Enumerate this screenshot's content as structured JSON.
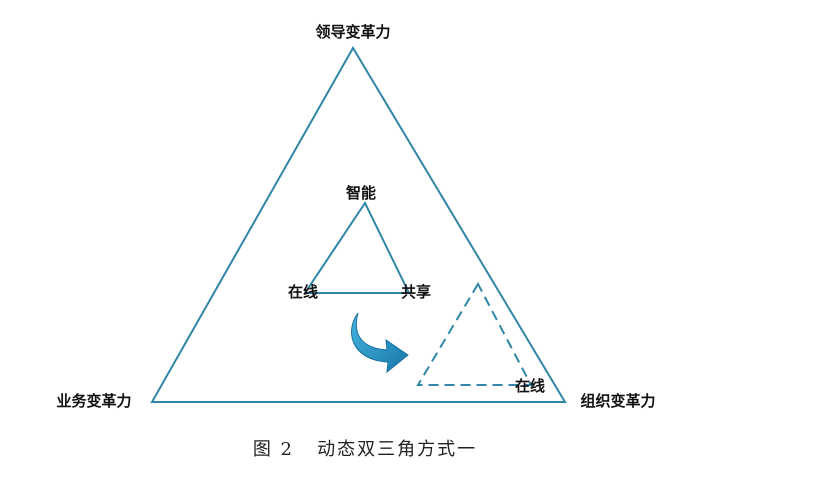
{
  "diagram": {
    "outer_triangle": {
      "top_label": "领导变革力",
      "left_label": "业务变革力",
      "right_label": "组织变革力"
    },
    "inner_triangle": {
      "top_label": "智能",
      "left_label": "在线",
      "right_label": "共享"
    },
    "dashed_triangle": {
      "label": "在线"
    },
    "rotation_arrow": "curved-arrow-icon"
  },
  "caption": "图 2   动态双三角方式一",
  "colors": {
    "triangle_stroke": "#2f86a6",
    "arrow_fill": "#1d8fc4",
    "text": "#111111"
  }
}
